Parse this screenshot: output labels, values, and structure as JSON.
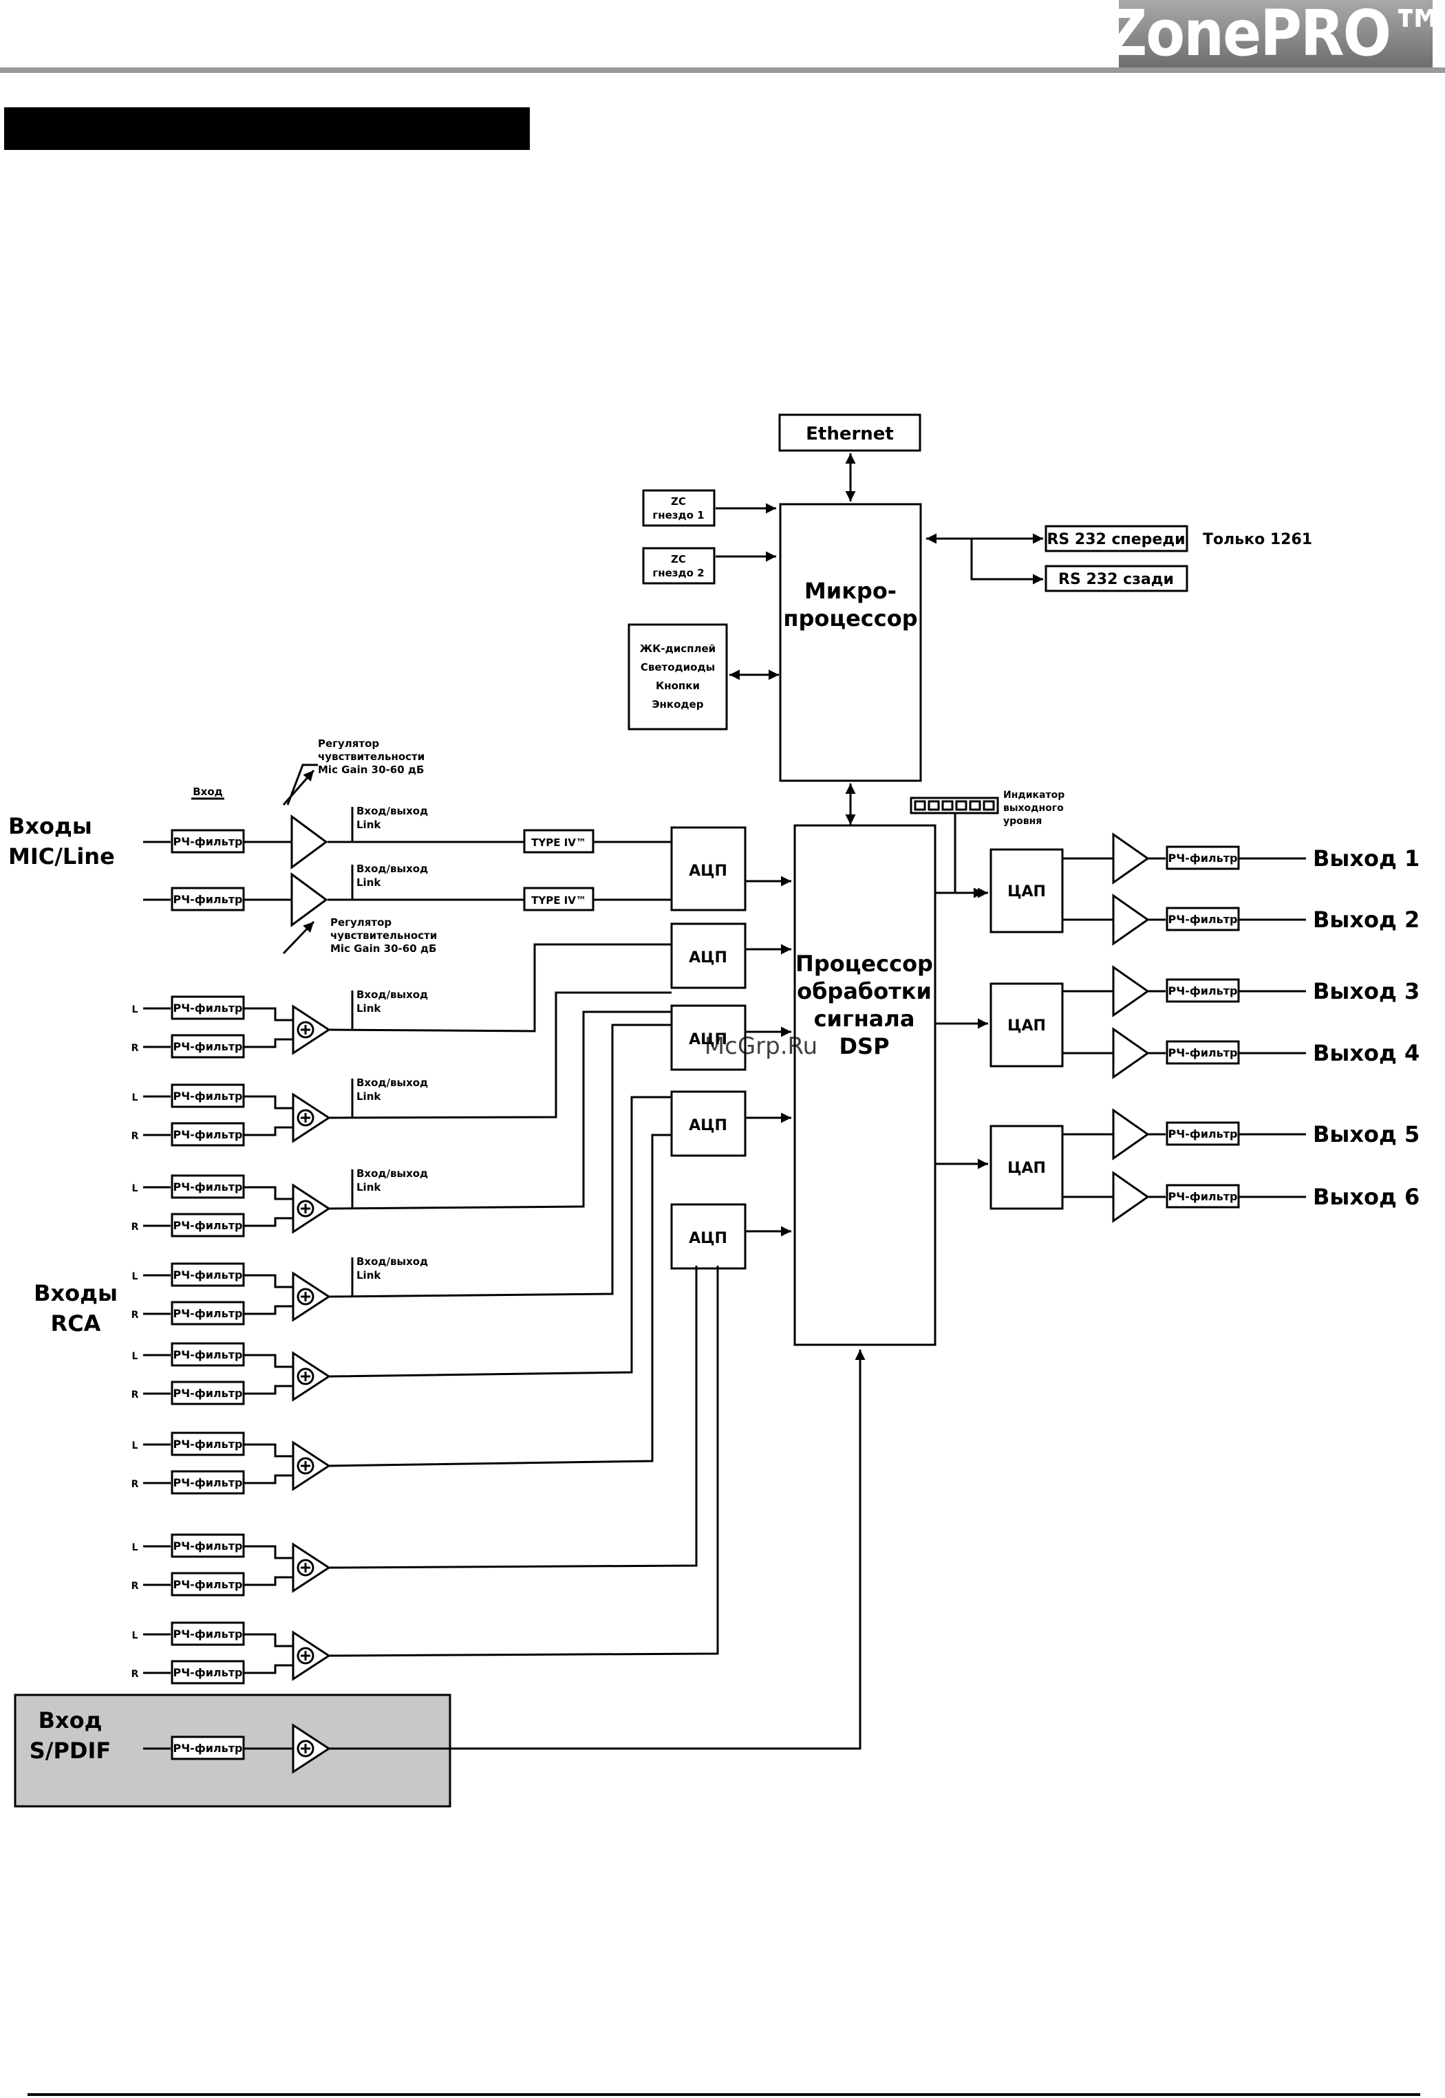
{
  "header": {
    "logo": "ZonePRO™"
  },
  "diagram": {
    "ethernet": "Ethernet",
    "zc1": [
      "ZC",
      "гнездо 1"
    ],
    "zc2": [
      "ZC",
      "гнездо 2"
    ],
    "lcd_box": [
      "ЖК-дисплей",
      "Светодиоды",
      "Кнопки",
      "Энкодер"
    ],
    "micro": [
      "Микро-",
      "процессор"
    ],
    "rs232_front": "RS 232 спереди",
    "rs232_rear": "RS 232 сзади",
    "only_1261": "Только 1261",
    "level_meter": [
      "Индикатор",
      "выходного",
      "уровня"
    ],
    "mic_inputs_label": [
      "Входы",
      "MIC/Line"
    ],
    "rca_inputs_label": [
      "Входы",
      "RCA"
    ],
    "spdif_label": [
      "Вход",
      "S/PDIF"
    ],
    "input_label": "Вход",
    "gain_top": [
      "Регулятор",
      "чувствительности",
      "Mic Gain  30-60 дБ"
    ],
    "gain_bottom": [
      "Регулятор",
      "чувствительности",
      "Mic Gain  30-60 дБ"
    ],
    "rf_filter": "РЧ-фильтр",
    "link": [
      "Вход/выход",
      "Link"
    ],
    "type_iv": "TYPE IV™",
    "adc": "АЦП",
    "dac": "ЦАП",
    "dsp": [
      "Процессор",
      "обработки",
      "сигнала",
      "DSP"
    ],
    "channel_l": "L",
    "channel_r": "R",
    "outputs": [
      "Выход 1",
      "Выход 2",
      "Выход 3",
      "Выход 4",
      "Выход 5",
      "Выход 6"
    ],
    "watermark": "McGrp.Ru"
  }
}
